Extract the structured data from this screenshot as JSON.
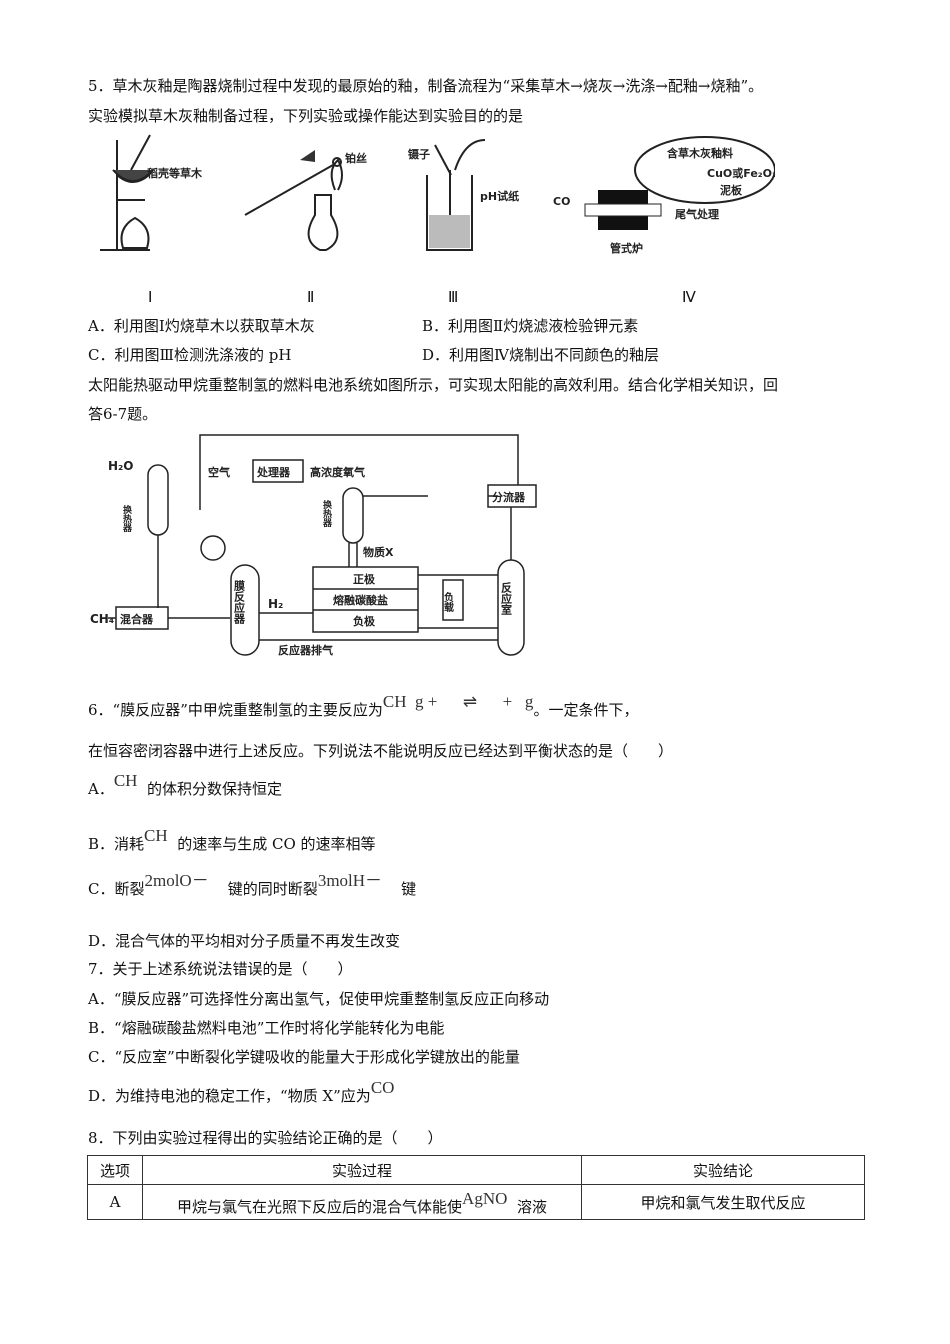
{
  "q5": {
    "line1": "5．草木灰釉是陶器烧制过程中发现的最原始的釉，制备流程为“采集草木→烧灰→洗涤→配釉→烧釉”。",
    "line2": "实验模拟草木灰釉制备过程，下列实验或操作能达到实验目的的是",
    "figure_labels": {
      "rice_husk": "稻壳等草木",
      "platinum_wire": "铂丝",
      "tweezers": "镊子",
      "ph_paper": "pH试纸",
      "glaze": "含草木灰釉料",
      "oxide": "CuO或Fe₂O₃",
      "mud_plate": "泥板",
      "co": "CO",
      "tail_gas": "尾气处理",
      "tube_furnace": "管式炉"
    },
    "fig_numbers": [
      "Ⅰ",
      "Ⅱ",
      "Ⅲ",
      "Ⅳ"
    ],
    "options": {
      "A": "A．利用图Ⅰ灼烧草木以获取草木灰",
      "B": "B．利用图Ⅱ灼烧滤液检验钾元素",
      "C": "C．利用图Ⅲ检测洗涤液的 pH",
      "D": "D．利用图Ⅳ烧制出不同颜色的釉层"
    }
  },
  "intro": {
    "line1": "太阳能热驱动甲烷重整制氢的燃料电池系统如图所示，可实现太阳能的高效利用。结合化学相关知识，回",
    "line2": "答6-7题。"
  },
  "diagram": {
    "h2o": "H₂O",
    "heat_exchanger": "换热器",
    "air": "空气",
    "processor": "处理器",
    "oxygen": "高浓度氧气",
    "splitter": "分流器",
    "substance_x": "物质X",
    "ch4": "CH₄",
    "mixer": "混合器",
    "membrane_reactor": "膜反应器",
    "h2": "H₂",
    "positive": "正极",
    "carbonate": "熔融碳酸盐",
    "negative": "负极",
    "load": "负载",
    "reaction_chamber": "反应室",
    "exhaust": "反应器排气"
  },
  "q6": {
    "line1_a": "6．“膜反应器”中甲烷重整制氢的主要反应为",
    "eq": "CH  g +      ⇌      +   g",
    "line1_b": "。一定条件下，",
    "line2": "在恒容密闭容器中进行上述反应。下列说法不能说明反应已经达到平衡状态的是（　　）",
    "A_pre": "A．",
    "A_eq": "CH",
    "A_post": "的体积分数保持恒定",
    "B_pre": "B．消耗",
    "B_eq": "CH",
    "B_post": "的速率与生成 CO 的速率相等",
    "C_pre": "C．断裂",
    "C_eq1": "2molO－",
    "C_mid": "键的同时断裂",
    "C_eq2": "3molH－",
    "C_post": "键",
    "D": "D．混合气体的平均相对分子质量不再发生改变"
  },
  "q7": {
    "stem": "7．关于上述系统说法错误的是（　　）",
    "A": "A．“膜反应器”可选择性分离出氢气，促使甲烷重整制氢反应正向移动",
    "B": "B．“熔融碳酸盐燃料电池”工作时将化学能转化为电能",
    "C": "C．“反应室”中断裂化学键吸收的能量大于形成化学键放出的能量",
    "D_pre": "D．为维持电池的稳定工作，“物质 X”应为",
    "D_eq": "CO"
  },
  "q8": {
    "stem": "8．下列由实验过程得出的实验结论正确的是（　　）",
    "headers": [
      "选项",
      "实验过程",
      "实验结论"
    ],
    "rows": [
      {
        "option": "A",
        "process_pre": "甲烷与氯气在光照下反应后的混合气体能使",
        "process_eq": "AgNO",
        "process_post": "溶液",
        "conclusion": "甲烷和氯气发生取代反应"
      }
    ]
  }
}
